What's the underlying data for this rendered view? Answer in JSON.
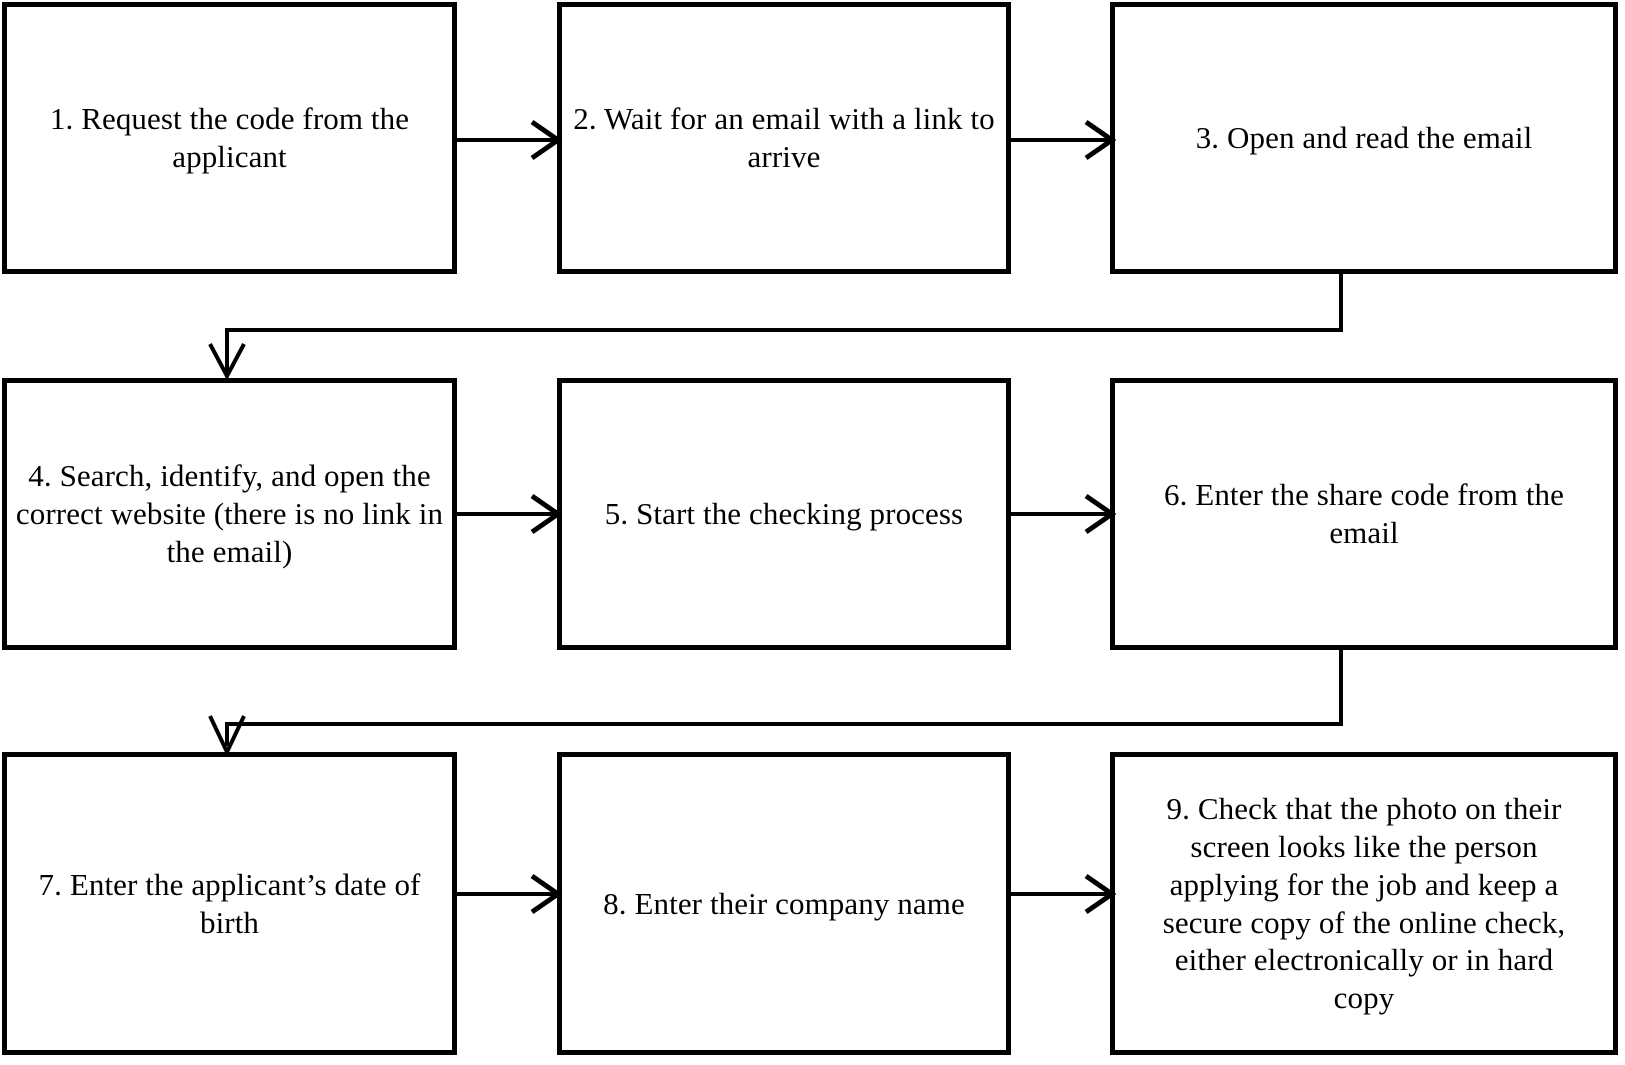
{
  "diagram": {
    "type": "flowchart",
    "orientation": "left-to-right, serpentine rows",
    "title": "",
    "node_count": 9,
    "nodes": [
      {
        "id": "step-1",
        "number": "1",
        "label": "1. Request the code from the\napplicant",
        "row": 1,
        "col": 1
      },
      {
        "id": "step-2",
        "number": "2",
        "label": "2. Wait for an email with a link to\narrive",
        "row": 1,
        "col": 2
      },
      {
        "id": "step-3",
        "number": "3",
        "label": "3. Open and read the email",
        "row": 1,
        "col": 3
      },
      {
        "id": "step-4",
        "number": "4",
        "label": "4. Search, identify, and open the\ncorrect website (there is no link in\nthe email)",
        "row": 2,
        "col": 1
      },
      {
        "id": "step-5",
        "number": "5",
        "label": "5. Start the checking process",
        "row": 2,
        "col": 2
      },
      {
        "id": "step-6",
        "number": "6",
        "label": "6. Enter the share code from the\nemail",
        "row": 2,
        "col": 3
      },
      {
        "id": "step-7",
        "number": "7",
        "label": "7. Enter the applicant’s date of\nbirth",
        "row": 3,
        "col": 1
      },
      {
        "id": "step-8",
        "number": "8",
        "label": "8. Enter their company name",
        "row": 3,
        "col": 2
      },
      {
        "id": "step-9",
        "number": "9",
        "label": "9. Check that the photo on their\nscreen looks like the person\napplying for the job and keep a\nsecure copy of the online check,\neither electronically or in hard\ncopy",
        "row": 3,
        "col": 3
      }
    ],
    "edges": [
      {
        "id": "edge-1-2",
        "from": "step-1",
        "to": "step-2",
        "style": "straight-horizontal-arrow"
      },
      {
        "id": "edge-2-3",
        "from": "step-2",
        "to": "step-3",
        "style": "straight-horizontal-arrow"
      },
      {
        "id": "edge-3-4",
        "from": "step-3",
        "to": "step-4",
        "style": "elbow-wrap-arrow"
      },
      {
        "id": "edge-4-5",
        "from": "step-4",
        "to": "step-5",
        "style": "straight-horizontal-arrow"
      },
      {
        "id": "edge-5-6",
        "from": "step-5",
        "to": "step-6",
        "style": "straight-horizontal-arrow"
      },
      {
        "id": "edge-6-7",
        "from": "step-6",
        "to": "step-7",
        "style": "elbow-wrap-arrow"
      },
      {
        "id": "edge-7-8",
        "from": "step-7",
        "to": "step-8",
        "style": "straight-horizontal-arrow"
      },
      {
        "id": "edge-8-9",
        "from": "step-8",
        "to": "step-9",
        "style": "straight-horizontal-arrow"
      }
    ],
    "colors": {
      "background": "#ffffff",
      "box_border": "#000000",
      "box_fill": "#ffffff",
      "text": "#000000",
      "connector": "#000000"
    }
  }
}
